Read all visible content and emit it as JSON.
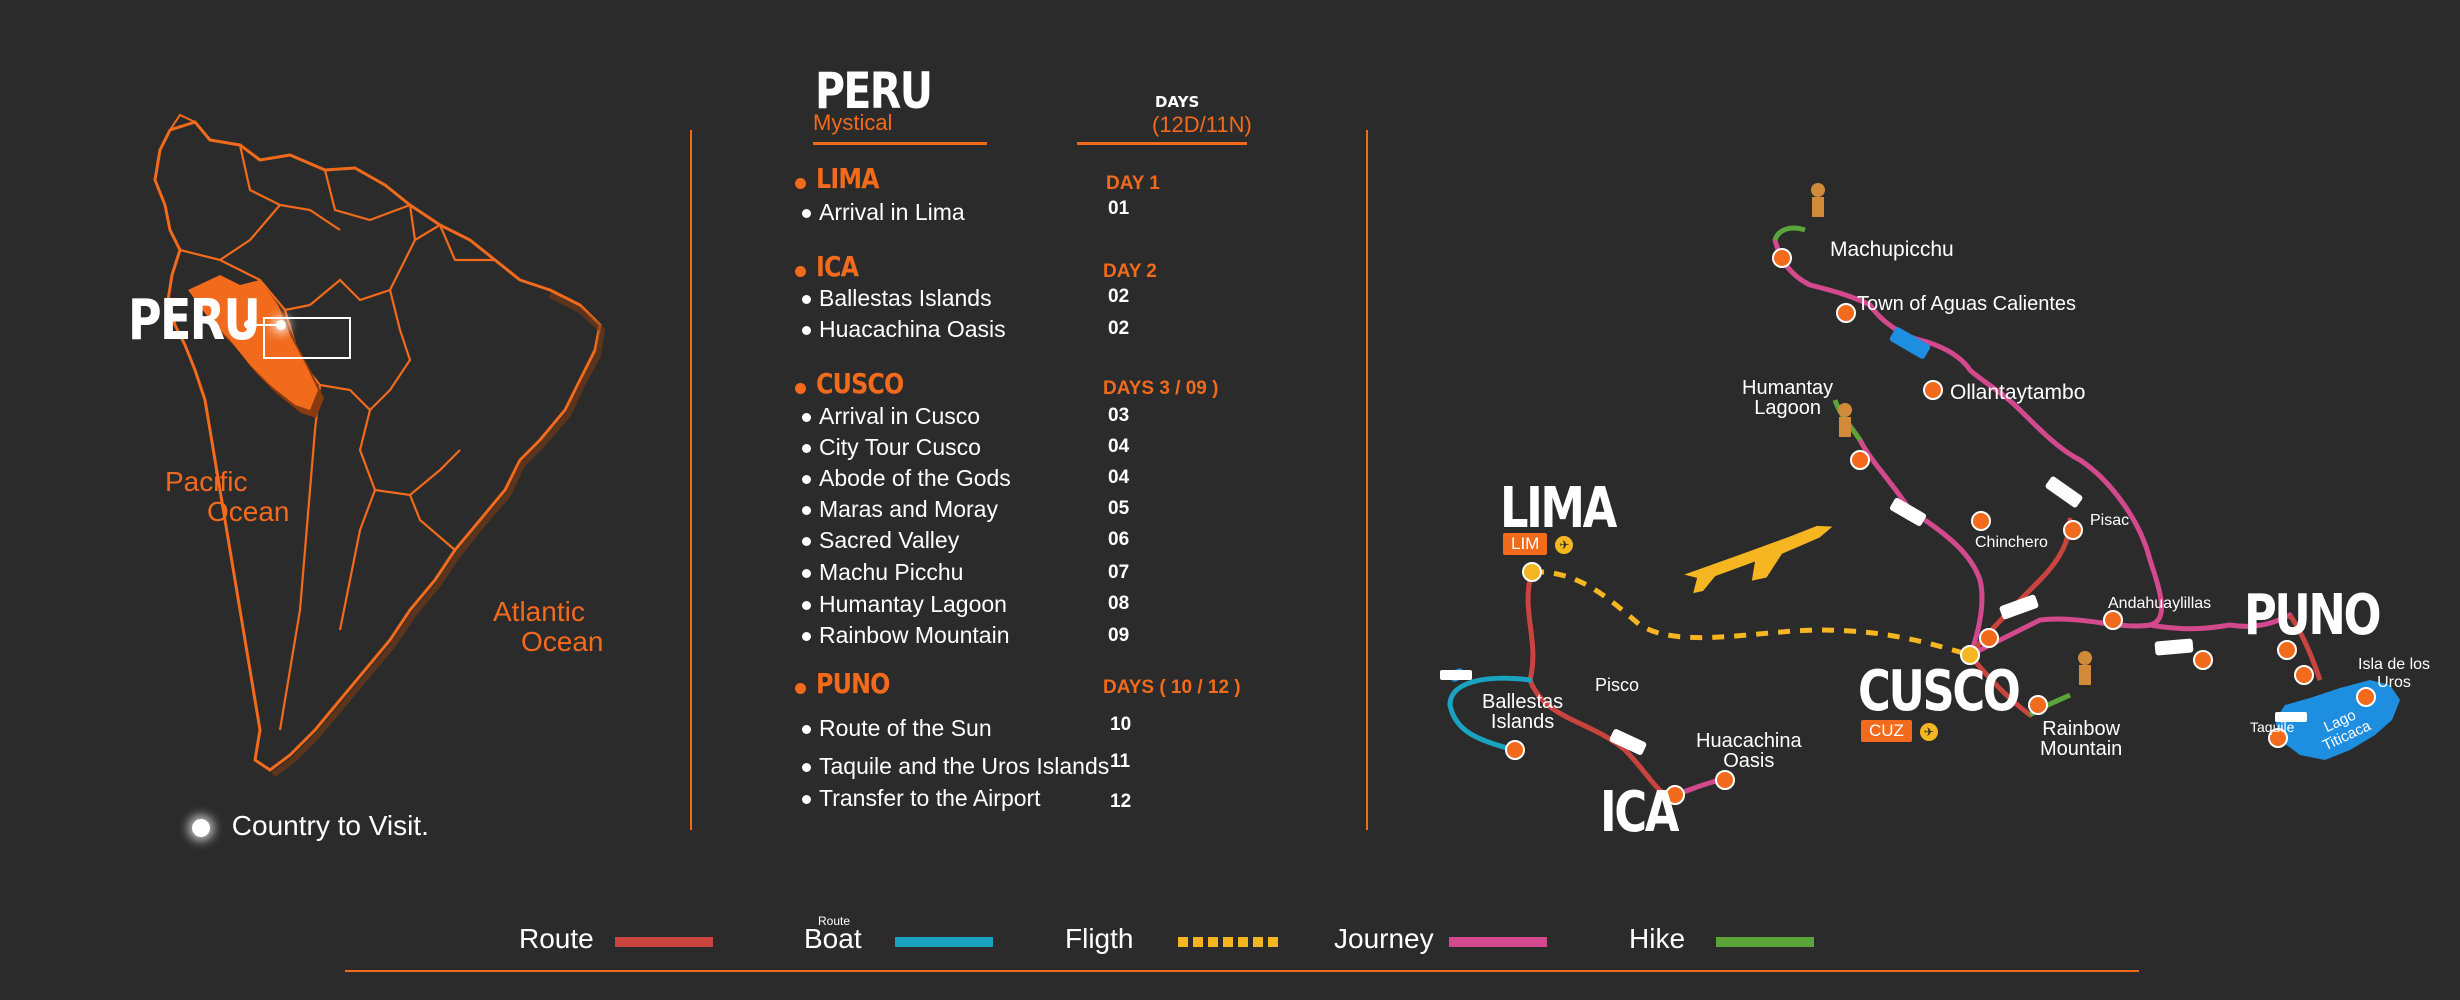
{
  "left": {
    "country_label": "PERU",
    "pacific": [
      "Pacific",
      "Ocean"
    ],
    "atlantic": [
      "Atlantic",
      "Ocean"
    ],
    "legend": "Country to Visit."
  },
  "itinerary": {
    "title": "PERU",
    "subtitle": "Mystical",
    "days_label": "DAYS",
    "days_total": "(12D/11N)",
    "sections": [
      {
        "city": "LIMA",
        "day_head": "DAY 1",
        "items": [
          {
            "label": "Arrival in Lima",
            "day": "01"
          }
        ]
      },
      {
        "city": "ICA",
        "day_head": "DAY 2",
        "items": [
          {
            "label": "Ballestas Islands",
            "day": "02"
          },
          {
            "label": "Huacachina Oasis",
            "day": "02"
          }
        ]
      },
      {
        "city": "CUSCO",
        "day_head": "DAYS 3 / 09 )",
        "items": [
          {
            "label": "Arrival in Cusco",
            "day": "03"
          },
          {
            "label": "City Tour Cusco",
            "day": "04"
          },
          {
            "label": "Abode of the Gods",
            "day": "04"
          },
          {
            "label": "Maras and Moray",
            "day": "05"
          },
          {
            "label": "Sacred Valley",
            "day": "06"
          },
          {
            "label": "Machu Picchu",
            "day": "07"
          },
          {
            "label": "Humantay Lagoon",
            "day": "08"
          },
          {
            "label": "Rainbow Mountain",
            "day": "09"
          }
        ]
      },
      {
        "city": "PUNO",
        "day_head": "DAYS ( 10 / 12 )",
        "items": [
          {
            "label": "Route of the Sun",
            "day": "10"
          },
          {
            "label": "Taquile and the Uros Islands",
            "day": "11"
          },
          {
            "label": "Transfer to the Airport",
            "day": "12"
          }
        ]
      }
    ]
  },
  "route_map": {
    "cities": {
      "lima": {
        "name": "LIMA",
        "code": "LIM"
      },
      "ica": {
        "name": "ICA"
      },
      "cusco": {
        "name": "CUSCO",
        "code": "CUZ"
      },
      "puno": {
        "name": "PUNO"
      }
    },
    "places": {
      "machupicchu": "Machupicchu",
      "aguas": "Town of Aguas Calientes",
      "ollantaytambo": "Ollantaytambo",
      "humantay1": "Humantay",
      "humantay2": "Lagoon",
      "pisac": "Pisac",
      "chinchero": "Chinchero",
      "andahuaylillas": "Andahuaylillas",
      "pisco": "Pisco",
      "ballestas1": "Ballestas",
      "ballestas2": "Islands",
      "huacachina1": "Huacachina",
      "huacachina2": "Oasis",
      "rainbow1": "Rainbow",
      "rainbow2": "Mountain",
      "uros1": "Isla de los",
      "uros2": "Uros",
      "taquile": "Taquile",
      "lago1": "Lago",
      "lago2": "Titicaca"
    }
  },
  "legend": {
    "route": "Route",
    "boat_small": "Route",
    "boat": "Boat",
    "flight": "Fligth",
    "journey": "Journey",
    "hike": "Hike",
    "colors": {
      "route": "#c9443f",
      "boat": "#1aa3c0",
      "flight": "#f5b621",
      "journey": "#d3498e",
      "hike": "#5aa43a"
    }
  },
  "colors": {
    "accent": "#f26a1b",
    "background": "#2b2b2b"
  }
}
